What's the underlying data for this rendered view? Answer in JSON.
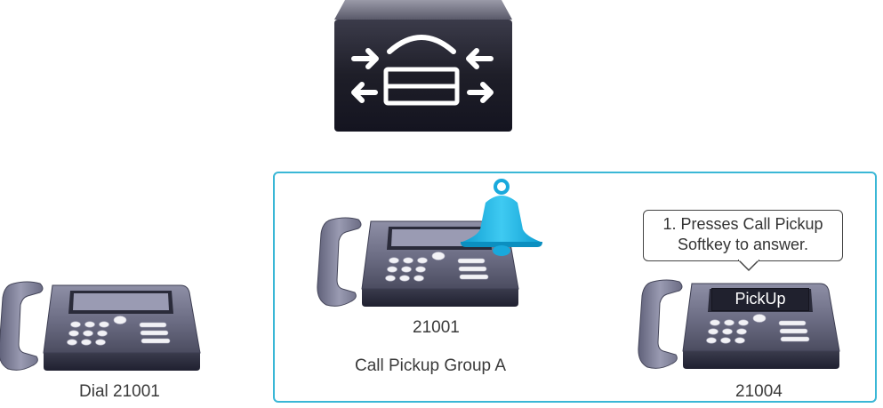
{
  "diagram": {
    "caller": {
      "label": "Dial 21001"
    },
    "group": {
      "title": "Call Pickup Group A",
      "ringing_phone": {
        "number": "21001"
      },
      "pickup_phone": {
        "number": "21004",
        "screen_text": "PickUp"
      }
    },
    "callout": {
      "line1": "1. Presses Call Pickup",
      "line2": "Softkey to answer."
    },
    "icons": {
      "server": "call-manager-icon",
      "bell": "bell-icon",
      "phone": "ip-phone-icon"
    },
    "colors": {
      "group_border": "#3ab7d6",
      "bell": "#1fb6e6",
      "server_body": "#23232e",
      "phone_body": "#6e6f86"
    }
  }
}
